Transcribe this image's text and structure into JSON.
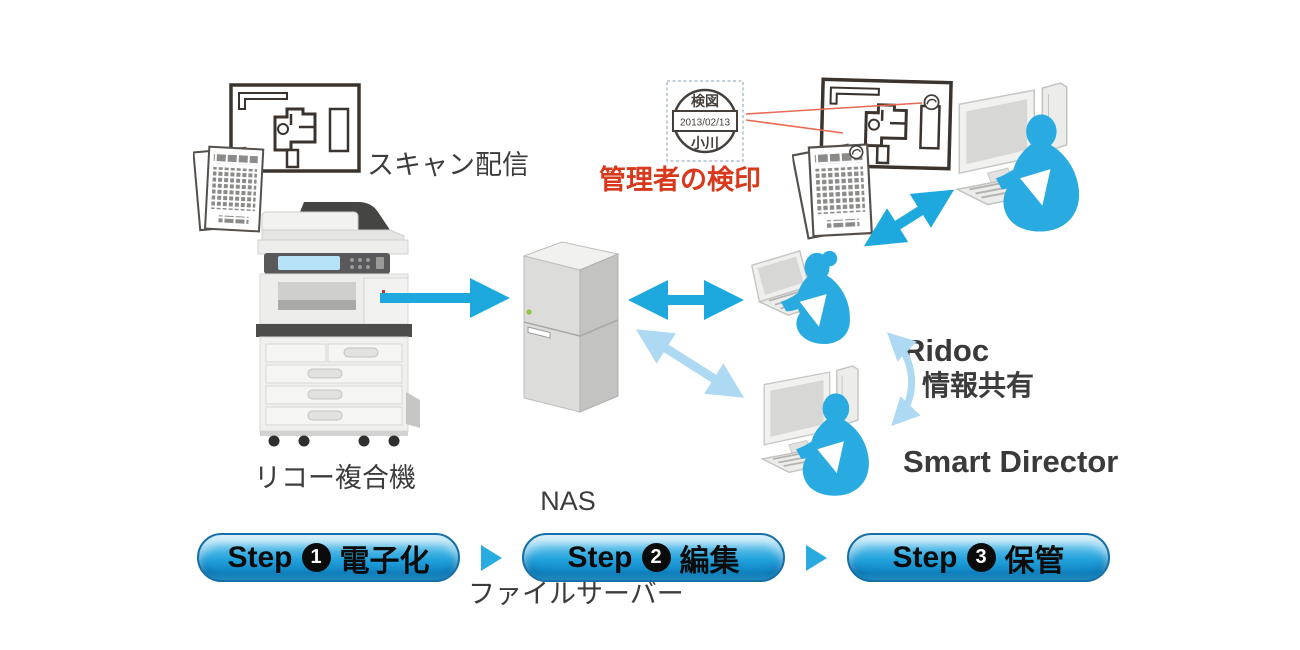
{
  "colors": {
    "accent_blue": "#29abe2",
    "arrow_blue": "#1ea9de",
    "light_blue": "#aed9f2",
    "alert_red": "#d8381b",
    "text_dark": "#3c3c3c"
  },
  "annotations": {
    "scan_delivery": "スキャン配信",
    "admin_seal": "管理者の検印",
    "info_share": "情報共有"
  },
  "stamp": {
    "title": "検図",
    "date": "2013/02/13",
    "name": "小川"
  },
  "devices": {
    "copier": "リコー複合機",
    "nas_line1": "NAS",
    "nas_line2": "ファイルサーバー"
  },
  "product": {
    "line1": "Ridoc",
    "line2": "Smart Director"
  },
  "steps": [
    {
      "prefix": "Step",
      "number": "1",
      "label": "電子化"
    },
    {
      "prefix": "Step",
      "number": "2",
      "label": "編集"
    },
    {
      "prefix": "Step",
      "number": "3",
      "label": "保管"
    }
  ]
}
